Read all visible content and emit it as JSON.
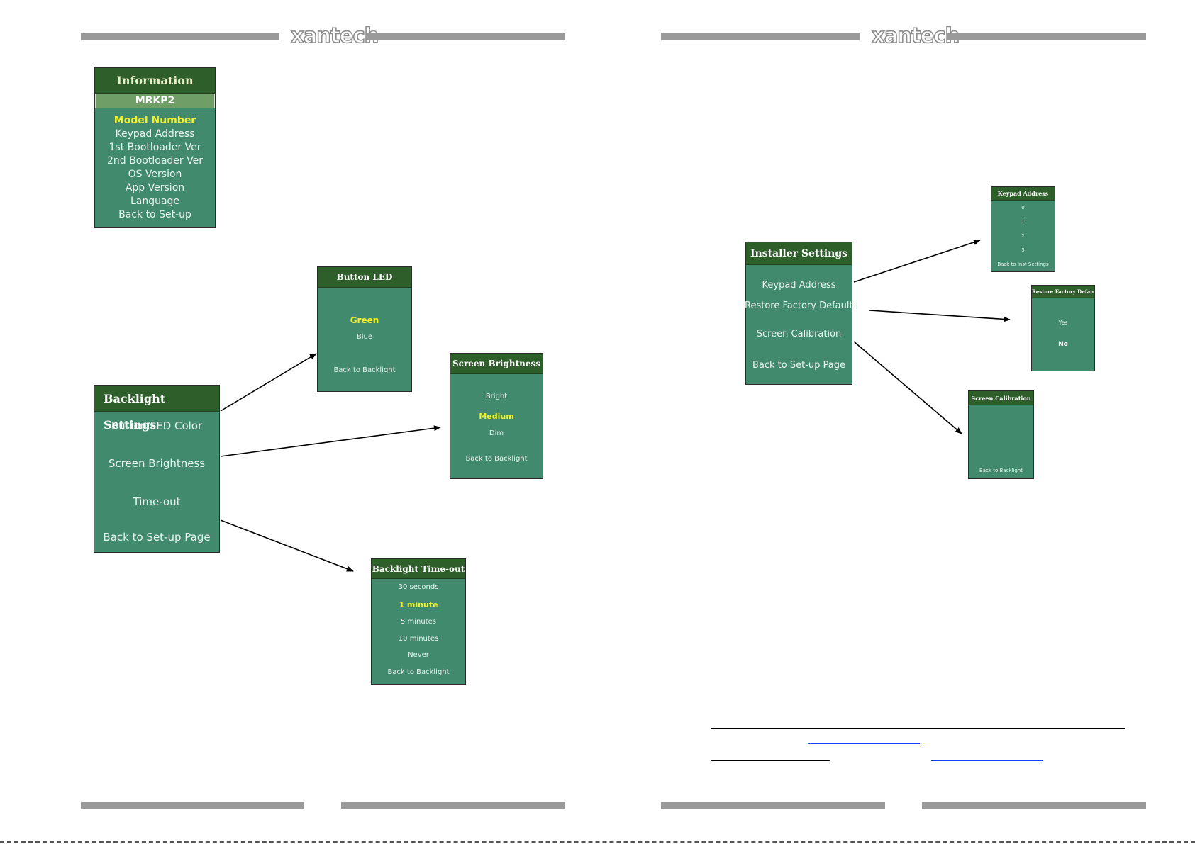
{
  "logo": {
    "left": "xantech",
    "right": "xantech"
  },
  "information": {
    "title": "Information",
    "subtitle": "MRKP2",
    "items": [
      "Model Number",
      "Keypad Address",
      "1st Bootloader Ver",
      "2nd Bootloader Ver",
      "OS Version",
      "App Version",
      "Language",
      "Back to Set-up"
    ]
  },
  "backlight": {
    "title": "Backlight Settings",
    "items": [
      "Button LED Color",
      "Screen Brightness",
      "Time-out",
      "Back to Set-up Page"
    ]
  },
  "button_led": {
    "title": "Button LED",
    "items": [
      "Green",
      "Blue",
      "Back to Backlight"
    ]
  },
  "screen_brightness": {
    "title": "Screen Brightness",
    "items": [
      "Bright",
      "Medium",
      "Dim",
      "Back to Backlight"
    ]
  },
  "backlight_timeout": {
    "title": "Backlight Time-out",
    "items": [
      "30 seconds",
      "1 minute",
      "5 minutes",
      "10 minutes",
      "Never",
      "Back to Backlight"
    ]
  },
  "installer": {
    "title": "Installer Settings",
    "items": [
      "Keypad Address",
      "Restore Factory Defaults",
      "Screen Calibration",
      "Back to Set-up Page"
    ]
  },
  "keypad_address": {
    "title": "Keypad Address",
    "items": [
      "0",
      "1",
      "2",
      "3",
      "Back to Inst Settings"
    ]
  },
  "restore_defaults": {
    "title": "Restore Factory Defaults",
    "items": [
      "Yes",
      "No"
    ]
  },
  "screen_calibration": {
    "title": "Screen Calibration",
    "items": [
      "Back to Backlight"
    ]
  },
  "colors": {
    "menu_bg": "#418a6e",
    "header_bg": "#2e5e2a",
    "selected": "#f4f12a",
    "bar": "#9a9a9a"
  }
}
